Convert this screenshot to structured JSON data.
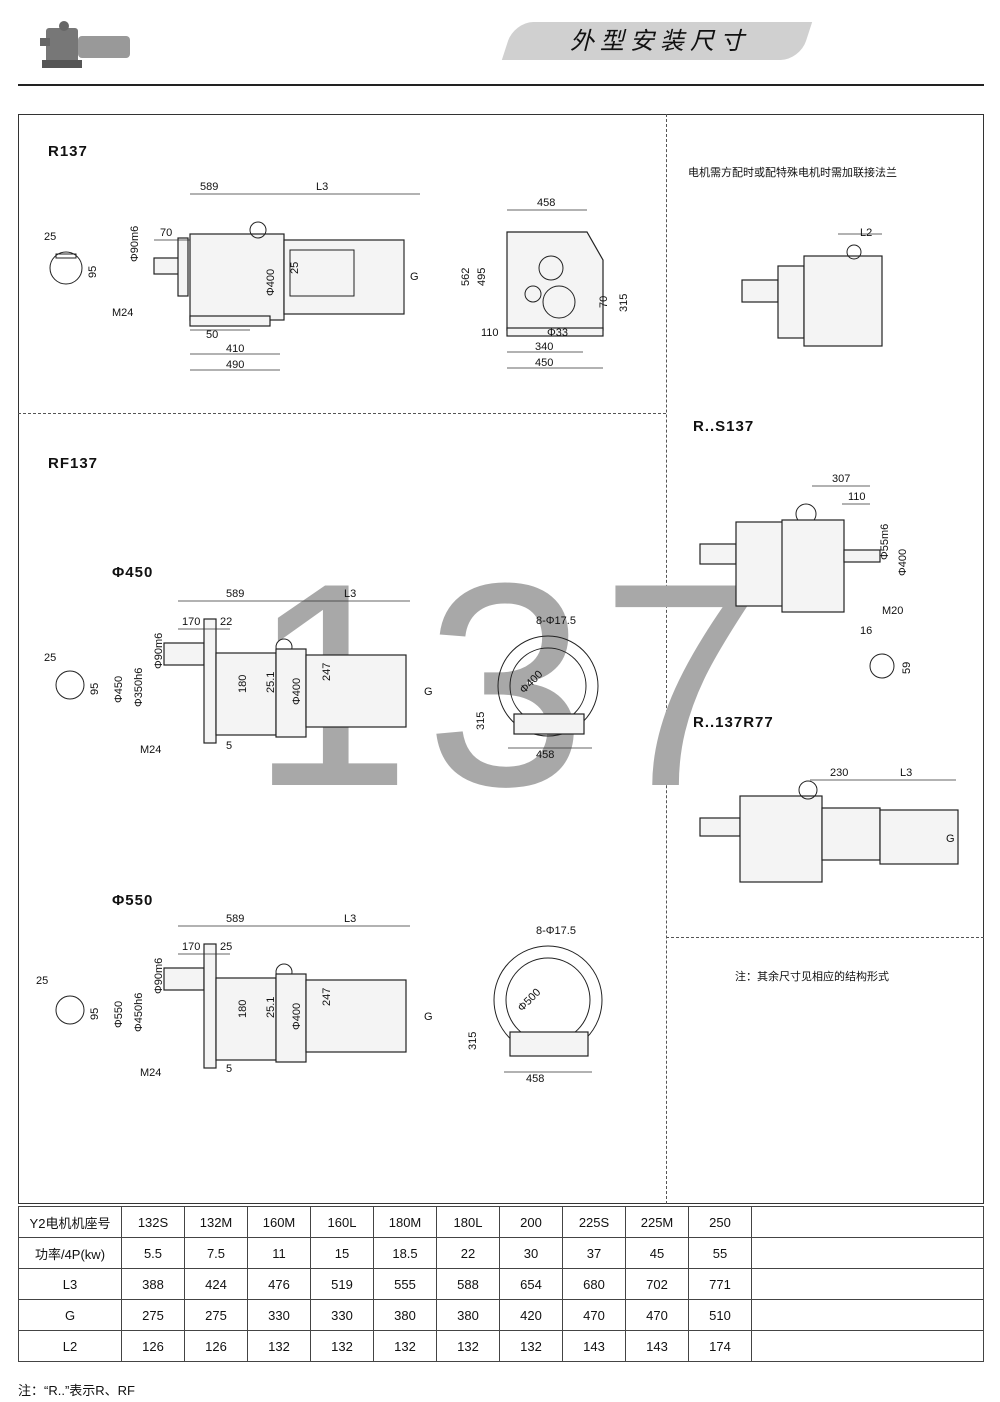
{
  "header": {
    "banner_title": "外型安装尺寸"
  },
  "watermark": "137",
  "sections": {
    "r137": {
      "title": "R137"
    },
    "rf137": {
      "title": "RF137",
      "variant_450": "Φ450",
      "variant_550": "Φ550"
    },
    "rs137": {
      "title": "R..S137"
    },
    "r137r77": {
      "title": "R..137R77"
    }
  },
  "notes": {
    "motor_flange": "电机需方配时或配特殊电机时需加联接法兰",
    "remaining_dims": "注：其余尺寸见相应的结构形式",
    "footnote": "注：“R..”表示R、RF"
  },
  "dims": {
    "r137_side": {
      "d589": "589",
      "L3": "L3",
      "d70": "70",
      "phi90": "Φ90m6",
      "d25": "25",
      "phi400": "Φ400",
      "G": "G",
      "M24": "M24",
      "d50": "50",
      "d410": "410",
      "d490": "490",
      "key25": "25",
      "key95": "95"
    },
    "r137_end": {
      "d458": "458",
      "d562": "562",
      "d495": "495",
      "d70": "70",
      "d315": "315",
      "d110": "110",
      "phi33": "Φ33",
      "d340": "340",
      "d450": "450"
    },
    "flange_note": {
      "L2": "L2"
    },
    "rs137": {
      "d307": "307",
      "d110": "110",
      "phi55": "Φ55m6",
      "phi400": "Φ400",
      "M20": "M20",
      "d16": "16",
      "d59": "59"
    },
    "r137r77": {
      "d230": "230",
      "L3": "L3",
      "G": "G"
    },
    "rf450": {
      "d589": "589",
      "L3": "L3",
      "d170": "170",
      "d22": "22",
      "phi450": "Φ450",
      "phi350": "Φ350h6",
      "phi90": "Φ90m6",
      "d180": "180",
      "d25_1": "25.1",
      "phi400": "Φ400",
      "d247": "247",
      "G": "G",
      "M24": "M24",
      "d5": "5",
      "key25": "25",
      "key95": "95",
      "holes": "8-Φ17.5",
      "pcd": "Φ400",
      "d315": "315",
      "d458": "458"
    },
    "rf550": {
      "d589": "589",
      "L3": "L3",
      "d170": "170",
      "d25": "25",
      "phi550": "Φ550",
      "phi450": "Φ450h6",
      "phi90": "Φ90m6",
      "d180": "180",
      "d25_1": "25.1",
      "phi400": "Φ400",
      "d247": "247",
      "G": "G",
      "M24": "M24",
      "d5": "5",
      "key25": "25",
      "key95": "95",
      "holes": "8-Φ17.5",
      "pcd": "Φ500",
      "d315": "315",
      "d458": "458"
    }
  },
  "table": {
    "rows": [
      {
        "header": "Y2电机机座号",
        "values": [
          "132S",
          "132M",
          "160M",
          "160L",
          "180M",
          "180L",
          "200",
          "225S",
          "225M",
          "250"
        ]
      },
      {
        "header": "功率/4P(kw)",
        "values": [
          "5.5",
          "7.5",
          "11",
          "15",
          "18.5",
          "22",
          "30",
          "37",
          "45",
          "55"
        ]
      },
      {
        "header": "L3",
        "values": [
          "388",
          "424",
          "476",
          "519",
          "555",
          "588",
          "654",
          "680",
          "702",
          "771"
        ]
      },
      {
        "header": "G",
        "values": [
          "275",
          "275",
          "330",
          "330",
          "380",
          "380",
          "420",
          "470",
          "470",
          "510"
        ]
      },
      {
        "header": "L2",
        "values": [
          "126",
          "126",
          "132",
          "132",
          "132",
          "132",
          "132",
          "143",
          "143",
          "174"
        ]
      }
    ]
  }
}
